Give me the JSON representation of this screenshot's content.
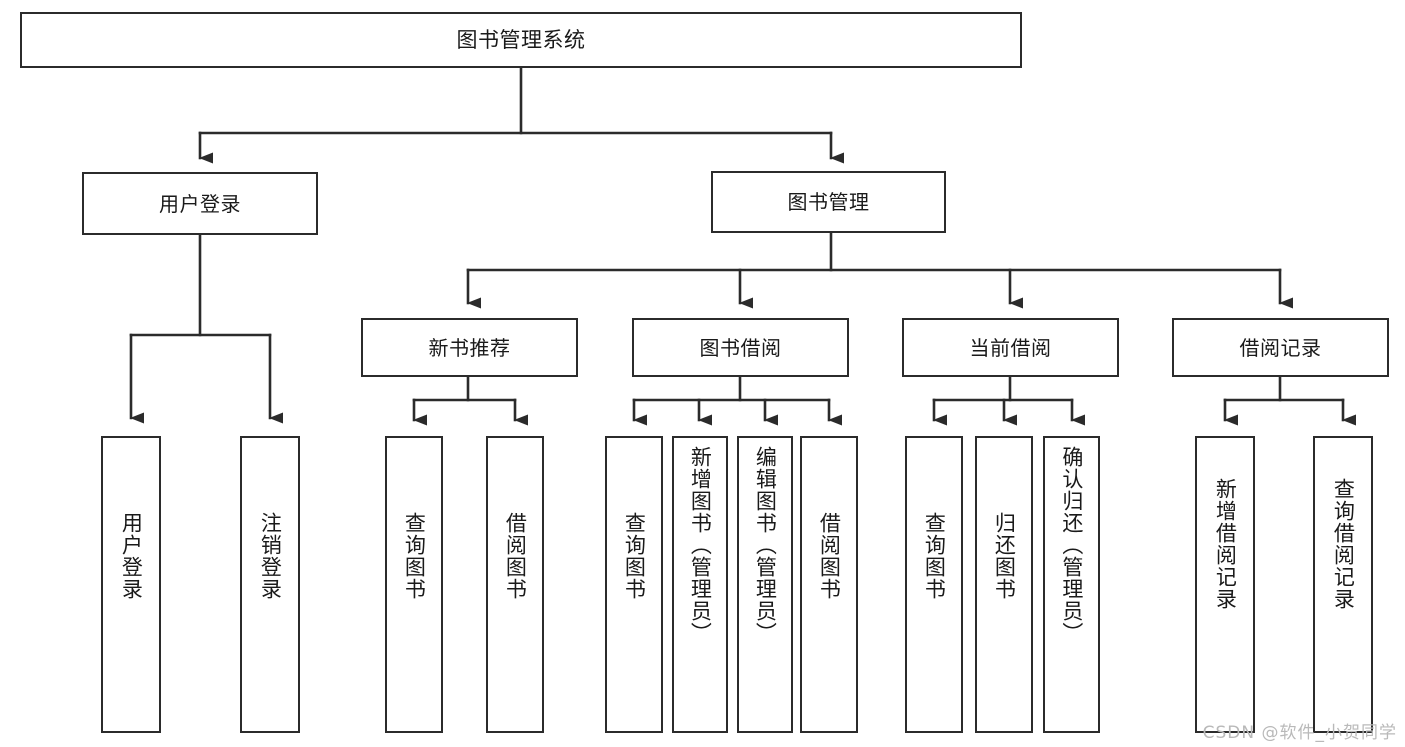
{
  "diagram": {
    "title_box": {
      "label": "图书管理系统"
    },
    "level2": [
      {
        "id": "user-login",
        "label": "用户登录"
      },
      {
        "id": "book-management",
        "label": "图书管理"
      }
    ],
    "level3": [
      {
        "id": "new-book-recommend",
        "label": "新书推荐"
      },
      {
        "id": "book-borrow",
        "label": "图书借阅"
      },
      {
        "id": "current-borrow",
        "label": "当前借阅"
      },
      {
        "id": "borrow-record",
        "label": "借阅记录"
      }
    ],
    "leaves": {
      "user_login": [
        {
          "id": "leaf-user-login",
          "label": "用户登录"
        },
        {
          "id": "leaf-logout-login",
          "label": "注销登录"
        }
      ],
      "new_book_recommend": [
        {
          "id": "leaf-query-book-1",
          "label": "查询图书"
        },
        {
          "id": "leaf-borrow-book-1",
          "label": "借阅图书"
        }
      ],
      "book_borrow": [
        {
          "id": "leaf-query-book-2",
          "label": "查询图书"
        },
        {
          "id": "leaf-add-book",
          "label": "新增图书（管理员）"
        },
        {
          "id": "leaf-edit-book",
          "label": "编辑图书（管理员）"
        },
        {
          "id": "leaf-borrow-book-2",
          "label": "借阅图书"
        }
      ],
      "current_borrow": [
        {
          "id": "leaf-query-book-3",
          "label": "查询图书"
        },
        {
          "id": "leaf-return-book",
          "label": "归还图书"
        },
        {
          "id": "leaf-confirm-return",
          "label": "确认归还（管理员）"
        }
      ],
      "borrow_record": [
        {
          "id": "leaf-add-record",
          "label": "新增借阅记录"
        },
        {
          "id": "leaf-query-record",
          "label": "查询借阅记录"
        }
      ]
    }
  },
  "watermark": {
    "text": "CSDN @软件_小贺同学"
  },
  "colors": {
    "stroke": "#2b2b2b",
    "background": "#ffffff",
    "text": "#1a1a1a",
    "watermark": "#b9b9b9"
  }
}
